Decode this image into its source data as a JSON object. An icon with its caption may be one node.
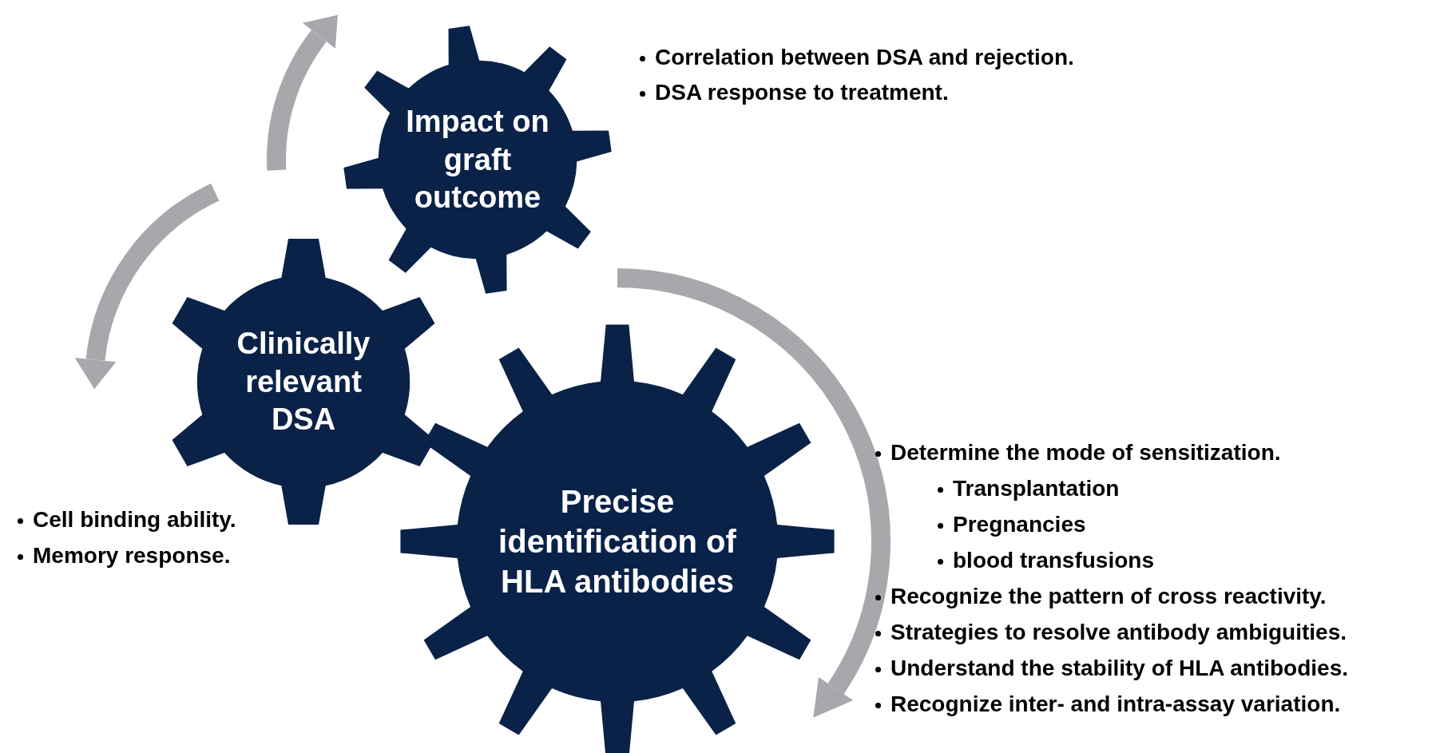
{
  "diagram": {
    "nodes": [
      {
        "text": [
          "Impact on graft outcome"
        ],
        "beside": [
          "Correlation between DSA and rejection.",
          "DSA response to treatment."
        ]
      },
      {
        "text": [
          "Clinically relevant DSA"
        ],
        "beside": [
          "Cell binding ability.",
          "Memory response."
        ]
      },
      {
        "text": [
          "Precise identification of HLA antibodies"
        ],
        "beside": [
          "Determine the mode of sensitization.",
          "Transplantation",
          "Pregnancies",
          "blood transfusions",
          "Recognize the pattern of cross reactivity.",
          "Strategies to resolve antibody ambiguities.",
          "Understand the stability of HLA antibodies.",
          "Recognize inter- and intra-assay variation."
        ]
      }
    ]
  }
}
